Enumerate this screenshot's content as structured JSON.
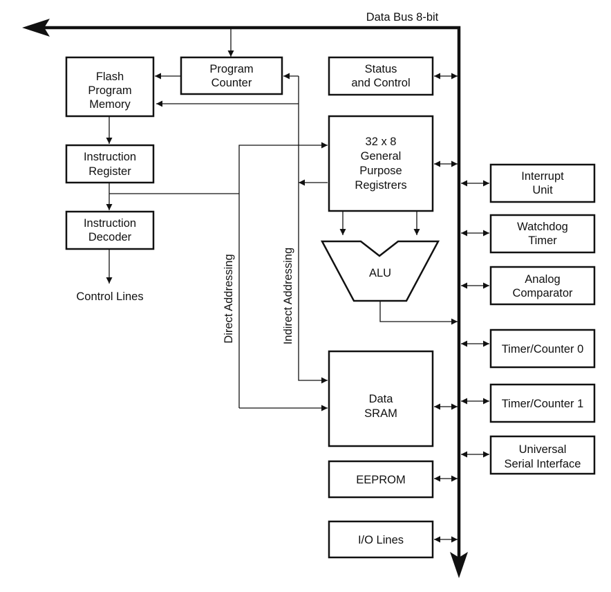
{
  "data_bus": {
    "label": "Data Bus 8-bit"
  },
  "blocks": {
    "flash": [
      "Flash",
      "Program",
      "Memory"
    ],
    "program_counter": [
      "Program",
      "Counter"
    ],
    "status_control": [
      "Status",
      "and Control"
    ],
    "instruction_register": [
      "Instruction",
      "Register"
    ],
    "instruction_decoder": [
      "Instruction",
      "Decoder"
    ],
    "registers": [
      "32 x 8",
      "General",
      "Purpose",
      "Registrers"
    ],
    "alu": "ALU",
    "data_sram": [
      "Data",
      "SRAM"
    ],
    "eeprom": "EEPROM",
    "io_lines": "I/O Lines",
    "interrupt_unit": [
      "Interrupt",
      "Unit"
    ],
    "watchdog_timer": [
      "Watchdog",
      "Timer"
    ],
    "analog_comparator": [
      "Analog",
      "Comparator"
    ],
    "timer_counter_0": "Timer/Counter 0",
    "timer_counter_1": "Timer/Counter 1",
    "usi": [
      "Universal",
      "Serial Interface"
    ]
  },
  "labels": {
    "control_lines": "Control Lines",
    "direct_addressing": "Direct Addressing",
    "indirect_addressing": "Indirect Addressing"
  },
  "colors": {
    "line": "#111111",
    "background": "#ffffff"
  }
}
